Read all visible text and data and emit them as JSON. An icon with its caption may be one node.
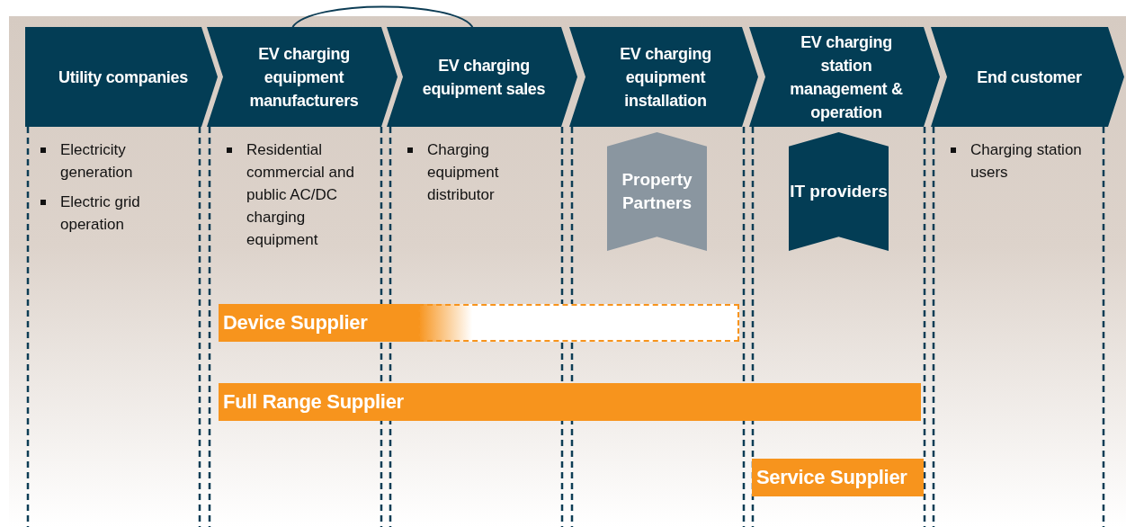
{
  "diagram": {
    "nodes": [
      {
        "text": [
          "Utility companies"
        ]
      },
      {
        "text": [
          "EV charging equipment manufacturers"
        ]
      },
      {
        "text": [
          "EV charging equipment sales"
        ]
      },
      {
        "text": [
          "EV charging equipment installation"
        ]
      },
      {
        "text": [
          "EV charging station management & operation"
        ]
      },
      {
        "text": [
          "End customer"
        ]
      },
      {
        "text": [
          "Property Partners"
        ]
      },
      {
        "text": [
          "IT providers"
        ]
      },
      {
        "text": [
          "Device Supplier"
        ]
      },
      {
        "text": [
          "Full Range Supplier"
        ]
      },
      {
        "text": [
          "Service Supplier"
        ]
      }
    ],
    "edges": [
      {
        "from": 1,
        "to": 2,
        "arrow": "none"
      }
    ],
    "labels": [
      "Electricity generation",
      "Electric grid operation",
      "Residential commercial and public AC/DC charging equipment",
      "Charging equipment distributor",
      "Charging station users"
    ]
  }
}
